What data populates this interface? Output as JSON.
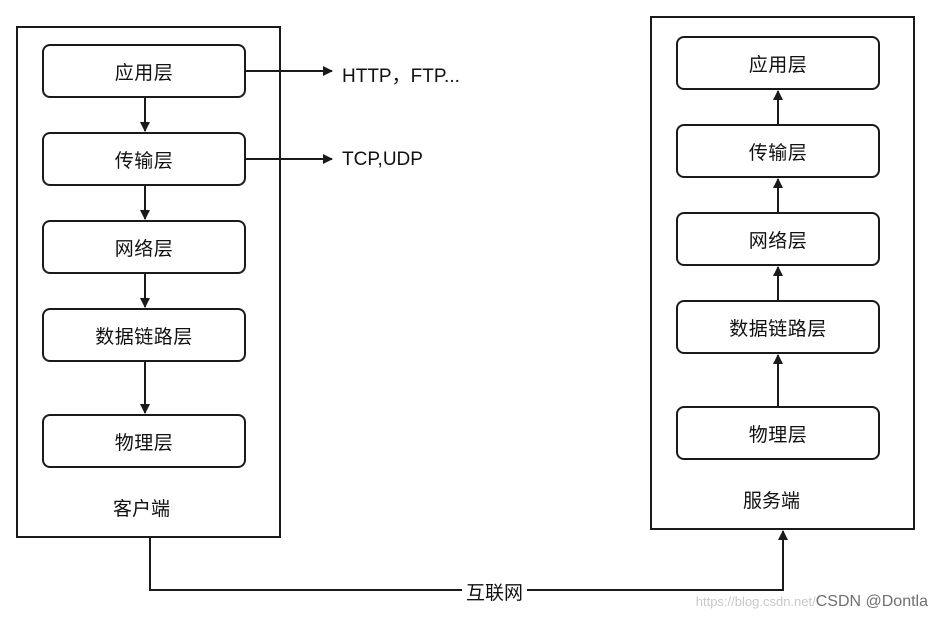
{
  "client": {
    "caption": "客户端",
    "layers": [
      "应用层",
      "传输层",
      "网络层",
      "数据链路层",
      "物理层"
    ]
  },
  "server": {
    "caption": "服务端",
    "layers": [
      "应用层",
      "传输层",
      "网络层",
      "数据链路层",
      "物理层"
    ]
  },
  "protocols": {
    "application": "HTTP，FTP...",
    "transport": "TCP,UDP"
  },
  "network_label": "互联网",
  "watermark": {
    "url": "https://blog.csdn.net/",
    "brand": "CSDN @Dontla"
  },
  "colors": {
    "stroke": "#1a1a1a",
    "background": "#ffffff"
  }
}
